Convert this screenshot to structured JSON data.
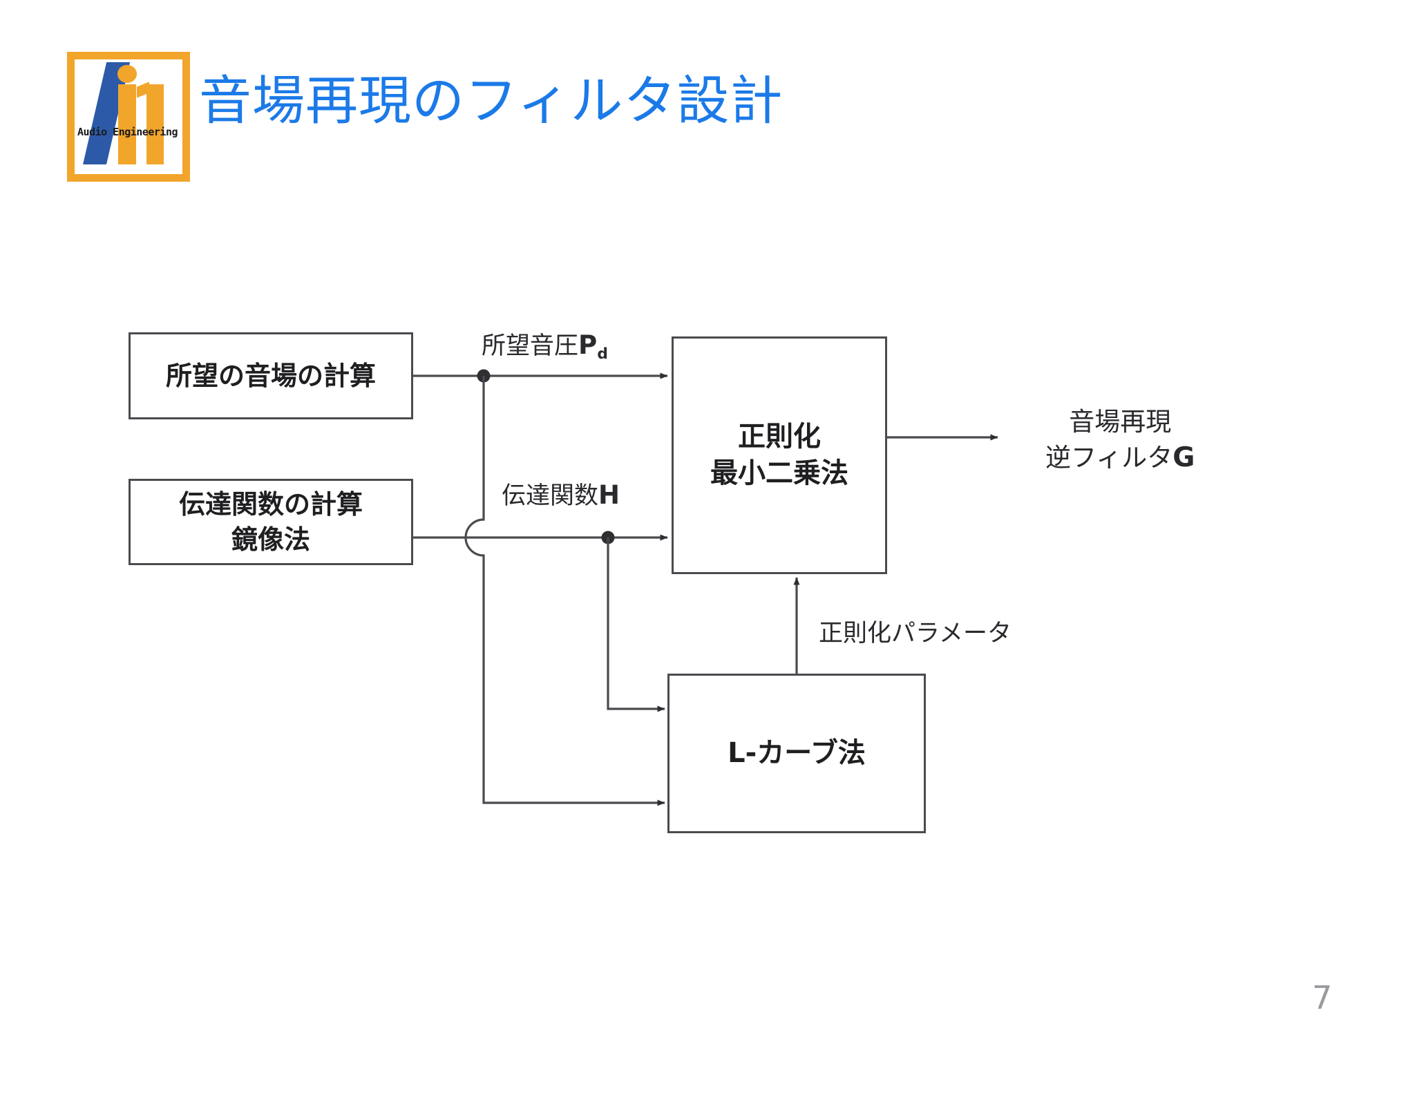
{
  "slide": {
    "title": "音場再現のフィルタ設計",
    "title_color": "#1B7AE8",
    "page_number": "7",
    "background": "#FFFFFF"
  },
  "logo": {
    "name": "ai1-audio-engineering-logo",
    "wordmark": "Ai1",
    "caption": "Audio Engineering",
    "frame_color": "#F2A52B",
    "stroke_color": "#2D5AA8"
  },
  "diagram": {
    "type": "block-flow-diagram",
    "line_color": "#4a4a4f",
    "nodes": [
      {
        "id": "desired-field",
        "label": "所望の音場の計算"
      },
      {
        "id": "transfer-function",
        "label": "伝達関数の計算\n鏡像法",
        "line1": "伝達関数の計算",
        "line2": "鏡像法"
      },
      {
        "id": "regularized-ls",
        "label": "正則化\n最小二乗法",
        "line1": "正則化",
        "line2": "最小二乗法"
      },
      {
        "id": "l-curve",
        "label": "L-カーブ法"
      }
    ],
    "edge_labels": {
      "desired_pressure": {
        "text": "所望音圧",
        "symbol": "P",
        "subscript": "d"
      },
      "transfer": {
        "text": "伝達関数",
        "symbol": "H"
      },
      "reg_parameter": {
        "text": "正則化パラメータ"
      }
    },
    "output": {
      "line1": "音場再現",
      "line2_text": "逆フィルタ",
      "line2_symbol": "G"
    }
  }
}
